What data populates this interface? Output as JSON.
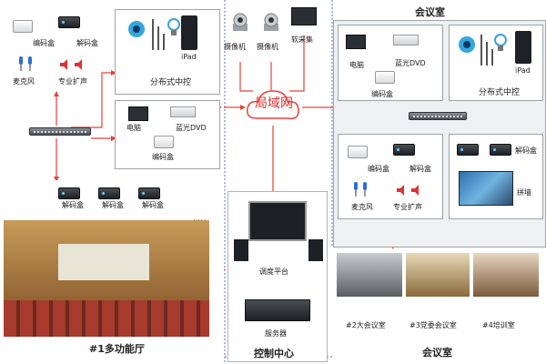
{
  "labels": {
    "encoder": "编码盒",
    "decoder": "解码盒",
    "microphone": "麦克风",
    "speaker": "专业扩声",
    "distributed_control": "分布式中控",
    "ipad": "iPad",
    "computer": "电脑",
    "bluray_dvd": "蓝光DVD",
    "camera": "摄像机",
    "soft_capture": "软采集",
    "lan": "局域网",
    "splice_wall": "拼墙",
    "dispatch_platform": "调度平台",
    "server": "服务器",
    "control_center": "控制中心",
    "hall_1": "#1多功能厅",
    "meeting_room": "会议室",
    "room_2": "#2大会议室",
    "room_3": "#3党委会议室",
    "room_4": "#4培训室"
  },
  "colors": {
    "link": "#e8403a",
    "lan_text": "#e03030",
    "panel_border": "#9fa4a8",
    "divider": "#5b6fb8"
  }
}
